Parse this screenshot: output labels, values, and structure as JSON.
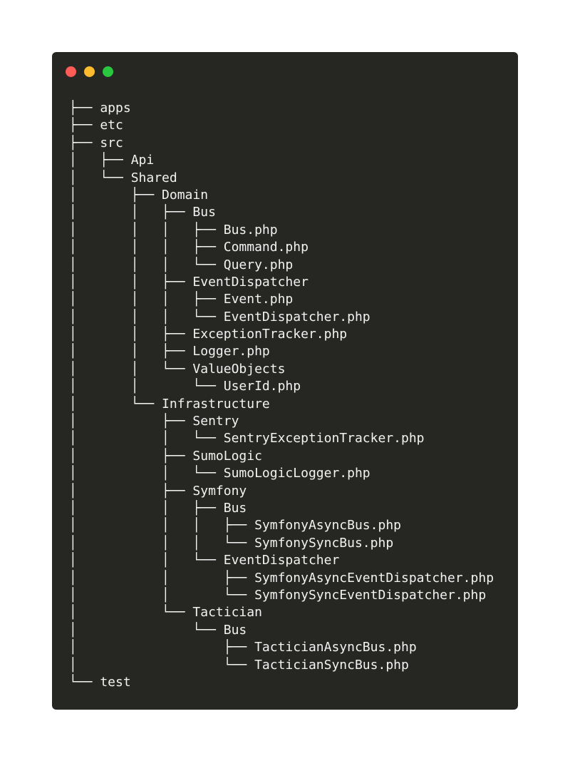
{
  "window": {
    "controls": [
      {
        "name": "close-dot",
        "color": "#fd5c57"
      },
      {
        "name": "minimize-dot",
        "color": "#fdbc2e"
      },
      {
        "name": "maximize-dot",
        "color": "#29c840"
      }
    ],
    "background": "#262623"
  },
  "tree": [
    "├── apps",
    "├── etc",
    "├── src",
    "│   ├── Api",
    "│   └── Shared",
    "│       ├── Domain",
    "│       │   ├── Bus",
    "│       │   │   ├── Bus.php",
    "│       │   │   ├── Command.php",
    "│       │   │   └── Query.php",
    "│       │   ├── EventDispatcher",
    "│       │   │   ├── Event.php",
    "│       │   │   └── EventDispatcher.php",
    "│       │   ├── ExceptionTracker.php",
    "│       │   ├── Logger.php",
    "│       │   └── ValueObjects",
    "│       │       └── UserId.php",
    "│       └── Infrastructure",
    "│           ├── Sentry",
    "│           │   └── SentryExceptionTracker.php",
    "│           ├── SumoLogic",
    "│           │   └── SumoLogicLogger.php",
    "│           ├── Symfony",
    "│           │   ├── Bus",
    "│           │   │   ├── SymfonyAsyncBus.php",
    "│           │   │   └── SymfonySyncBus.php",
    "│           │   └── EventDispatcher",
    "│           │       ├── SymfonyAsyncEventDispatcher.php",
    "│           │       └── SymfonySyncEventDispatcher.php",
    "│           └── Tactician",
    "│               └── Bus",
    "│                   ├── TacticianAsyncBus.php",
    "│                   └── TacticianSyncBus.php",
    "└── test"
  ]
}
